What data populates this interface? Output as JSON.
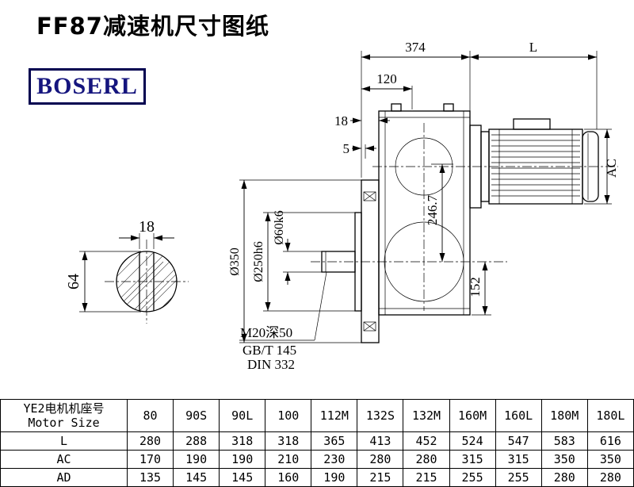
{
  "page": {
    "title": "FF87减速机尺寸图纸",
    "logo_text": "BOSERL"
  },
  "shaft_end": {
    "key_width": "18",
    "diameter_height": "64"
  },
  "dims": {
    "overall_length": "374",
    "motor_length": "L",
    "d120": "120",
    "d18": "18",
    "d5": "5",
    "ac": "AC",
    "d246": "246.7",
    "d152": "152",
    "flange_od": "Ø350",
    "spigot_od": "Ø250h6",
    "shaft_od": "Ø60k6"
  },
  "notes": {
    "tap": "M20深50",
    "std1": "GB/T 145",
    "std2": "DIN 332"
  },
  "table": {
    "header_cn": "YE2电机机座号",
    "header_en": "Motor Size",
    "columns": [
      "80",
      "90S",
      "90L",
      "100",
      "112M",
      "132S",
      "132M",
      "160M",
      "160L",
      "180M",
      "180L"
    ],
    "rows": [
      {
        "label": "L",
        "values": [
          "280",
          "288",
          "318",
          "318",
          "365",
          "413",
          "452",
          "524",
          "547",
          "583",
          "616"
        ]
      },
      {
        "label": "AC",
        "values": [
          "170",
          "190",
          "190",
          "210",
          "230",
          "280",
          "280",
          "315",
          "315",
          "350",
          "350"
        ]
      },
      {
        "label": "AD",
        "values": [
          "135",
          "145",
          "145",
          "160",
          "190",
          "215",
          "215",
          "255",
          "255",
          "280",
          "280"
        ]
      }
    ]
  }
}
